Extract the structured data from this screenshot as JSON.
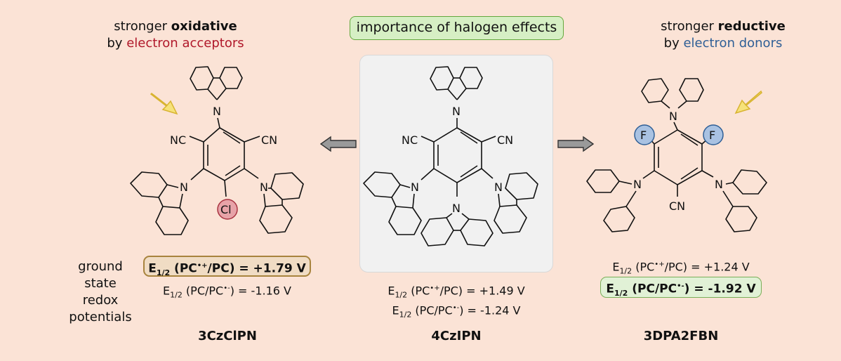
{
  "banner": "importance of halogen effects",
  "left": {
    "line1": "stronger",
    "line1_bold": "oxidative",
    "line2": "by",
    "line2_colored": "electron acceptors",
    "name": "3CzClPN",
    "potential_ox_prefix": "E",
    "potential_ox_sub": "1/2",
    "potential_ox_rest": " (PC",
    "potential_ox_sup": "•+",
    "potential_ox_tail": "/PC) = +1.79 V",
    "potential_red_prefix": "E",
    "potential_red_sub": "1/2",
    "potential_red_rest": " (PC/PC",
    "potential_red_sup": "•-",
    "potential_red_tail": ") = -1.16 V",
    "label_cl": "Cl",
    "label_nc": "NC",
    "label_cn": "CN"
  },
  "center": {
    "name": "4CzIPN",
    "potential_ox_prefix": "E",
    "potential_ox_sub": "1/2",
    "potential_ox_rest": " (PC",
    "potential_ox_sup": "•+",
    "potential_ox_tail": "/PC) = +1.49 V",
    "potential_red_prefix": "E",
    "potential_red_sub": "1/2",
    "potential_red_rest": " (PC/PC",
    "potential_red_sup": "•-",
    "potential_red_tail": ") = -1.24 V",
    "label_nc": "NC",
    "label_cn": "CN"
  },
  "right": {
    "line1": "stronger",
    "line1_bold": "reductive",
    "line2": "by",
    "line2_colored": "electron donors",
    "name": "3DPA2FBN",
    "potential_ox_prefix": "E",
    "potential_ox_sub": "1/2",
    "potential_ox_rest": " (PC",
    "potential_ox_sup": "•+",
    "potential_ox_tail": "/PC) = +1.24 V",
    "potential_red_prefix": "E",
    "potential_red_sub": "1/2",
    "potential_red_rest": " (PC/PC",
    "potential_red_sup": "•-",
    "potential_red_tail": ") = -1.92 V",
    "label_f": "F",
    "label_cn": "CN"
  },
  "ground_state": [
    "ground",
    "state",
    "redox",
    "potentials"
  ],
  "atom_n": "N",
  "colors": {
    "background": "#fbe3d6",
    "banner_fill": "#d6efc4",
    "acceptor_red": "#b0182a",
    "donor_blue": "#2f5f96",
    "cl_circle": "#e7a3a8",
    "f_circle": "#a9c2e2",
    "arrow_yellow": "#f6e27a"
  }
}
